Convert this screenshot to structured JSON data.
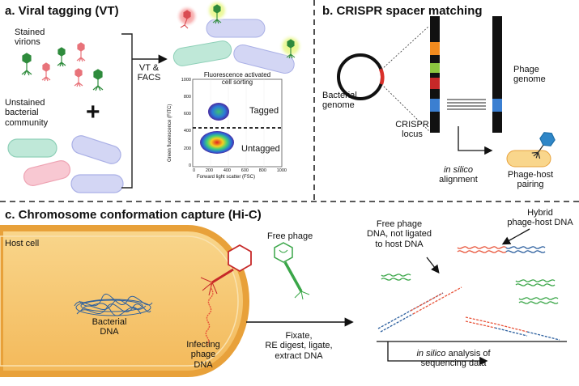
{
  "panel_a": {
    "title": "a. Viral tagging (VT)",
    "stained_virions": [
      "Stained",
      "virions"
    ],
    "unstained_community": [
      "Unstained",
      "bacterial",
      "community"
    ],
    "plus": "+",
    "arrow_label": [
      "VT &",
      "FACS"
    ],
    "facs_plot": {
      "title": [
        "Fluorescence activated",
        "cell sorting"
      ],
      "tagged_label": "Tagged",
      "untagged_label": "Untagged",
      "ylabel": "Green fluorescence (FITC)",
      "xlabel": "Forward light scatter (FSC)",
      "x_ticks": [
        "0",
        "200",
        "400",
        "600",
        "800",
        "1000"
      ],
      "y_ticks": [
        "0",
        "200",
        "400",
        "600",
        "800",
        "1000"
      ]
    }
  },
  "panel_b": {
    "title": "b. CRISPR spacer matching",
    "bacterial_genome": [
      "Bacterial",
      "genome"
    ],
    "crispr_locus": [
      "CRISPR",
      "locus"
    ],
    "phage_genome": [
      "Phage",
      "genome"
    ],
    "alignment": [
      "in silico",
      "alignment"
    ],
    "pairing": [
      "Phage-host",
      "pairing"
    ]
  },
  "panel_c": {
    "title": "c. Chromosome conformation capture (Hi-C)",
    "host_cell": "Host cell",
    "bacterial_dna": [
      "Bacterial",
      "DNA"
    ],
    "infecting_dna": [
      "Infecting",
      "phage",
      "DNA"
    ],
    "free_phage": "Free phage",
    "process": [
      "Fixate,",
      "RE digest, ligate,",
      "extract DNA"
    ],
    "free_phage_dna": [
      "Free phage",
      "DNA, not ligated",
      "to host DNA"
    ],
    "hybrid_dna": [
      "Hybrid",
      "phage-host DNA"
    ],
    "analysis": [
      "in silico",
      " analysis of",
      "sequencing data"
    ]
  },
  "colors": {
    "stained_phage": "#2e8b3c",
    "unstained_phage": "#e8737a",
    "host_dna": "#2c5f9e",
    "phage_dna": "#3aa648",
    "ligated_dna": "#e8543a",
    "cell_fill": "#f6c36a",
    "cell_edge": "#e8a13a"
  }
}
